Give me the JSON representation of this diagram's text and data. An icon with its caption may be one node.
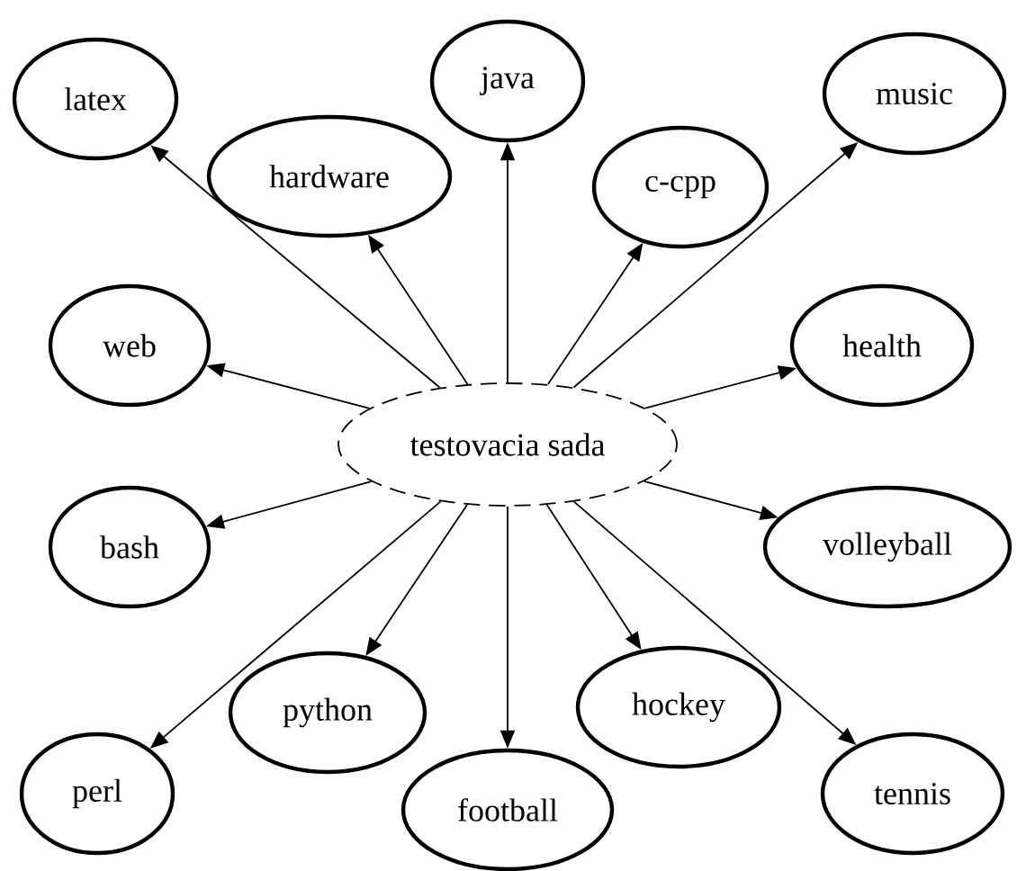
{
  "diagram": {
    "nodes": [
      {
        "text": [
          "testovacia sada"
        ]
      },
      {
        "text": [
          "latex"
        ]
      },
      {
        "text": [
          "hardware"
        ]
      },
      {
        "text": [
          "java"
        ]
      },
      {
        "text": [
          "c-cpp"
        ]
      },
      {
        "text": [
          "music"
        ]
      },
      {
        "text": [
          "web"
        ]
      },
      {
        "text": [
          "health"
        ]
      },
      {
        "text": [
          "bash"
        ]
      },
      {
        "text": [
          "volleyball"
        ]
      },
      {
        "text": [
          "perl"
        ]
      },
      {
        "text": [
          "python"
        ]
      },
      {
        "text": [
          "football"
        ]
      },
      {
        "text": [
          "hockey"
        ]
      },
      {
        "text": [
          "tennis"
        ]
      }
    ],
    "edges": [
      {
        "from": 0,
        "to": 1,
        "arrow": "to"
      },
      {
        "from": 0,
        "to": 2,
        "arrow": "to"
      },
      {
        "from": 0,
        "to": 3,
        "arrow": "to"
      },
      {
        "from": 0,
        "to": 4,
        "arrow": "to"
      },
      {
        "from": 0,
        "to": 5,
        "arrow": "to"
      },
      {
        "from": 0,
        "to": 6,
        "arrow": "to"
      },
      {
        "from": 0,
        "to": 7,
        "arrow": "to"
      },
      {
        "from": 0,
        "to": 8,
        "arrow": "to"
      },
      {
        "from": 0,
        "to": 9,
        "arrow": "to"
      },
      {
        "from": 0,
        "to": 10,
        "arrow": "to"
      },
      {
        "from": 0,
        "to": 11,
        "arrow": "to"
      },
      {
        "from": 0,
        "to": 12,
        "arrow": "to"
      },
      {
        "from": 0,
        "to": 13,
        "arrow": "to"
      },
      {
        "from": 0,
        "to": 14,
        "arrow": "to"
      }
    ]
  }
}
